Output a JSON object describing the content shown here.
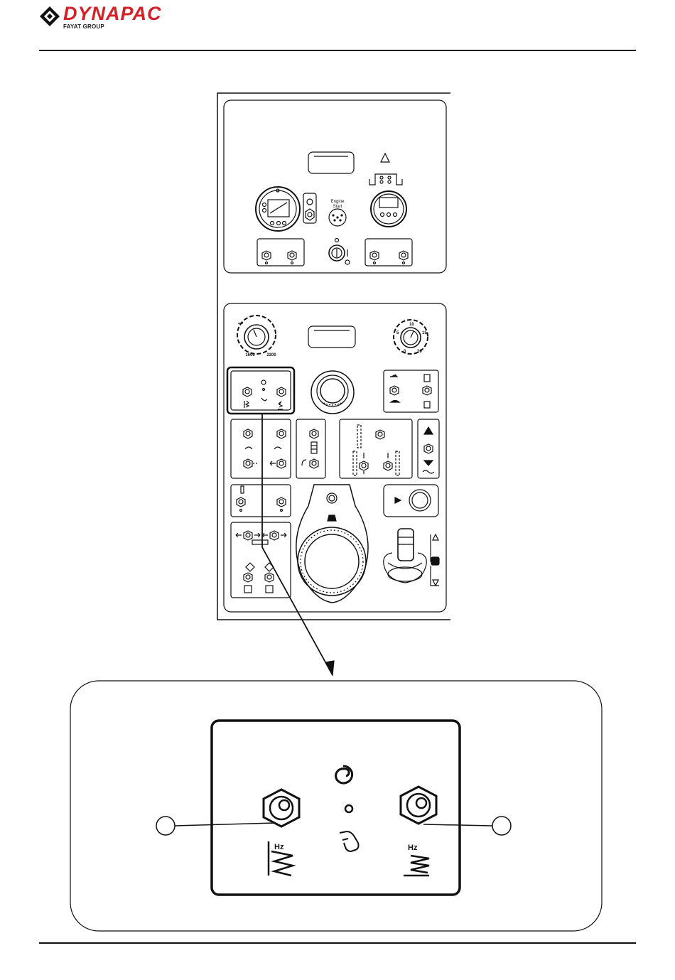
{
  "header": {
    "brand": "DYNAPAC",
    "brand_sub": "FAYAT GROUP",
    "brand_color": "#d42027"
  },
  "panel": {
    "engine_start_label_1": "Engine",
    "engine_start_label_2": "Start",
    "rpm_low": "1600",
    "rpm_high": "2200",
    "speed_scale": [
      "5",
      "10",
      "15",
      "0",
      "20"
    ]
  },
  "detail": {
    "unit_left": "Hz",
    "unit_right": "Hz",
    "icons": [
      "vibration-auto-icon",
      "manual-hand-icon",
      "amplitude-high-icon",
      "amplitude-low-icon"
    ]
  }
}
